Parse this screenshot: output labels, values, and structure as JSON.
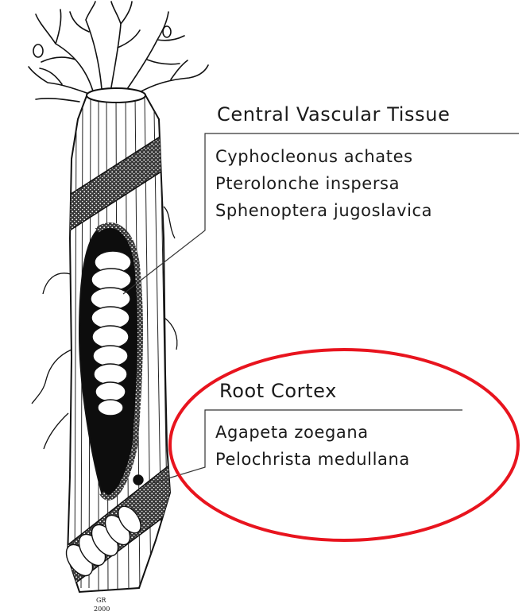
{
  "central_vascular_tissue": {
    "heading": "Central Vascular Tissue",
    "species": [
      "Cyphocleonus achates",
      "Pterolonche inspersa",
      "Sphenoptera jugoslavica"
    ]
  },
  "root_cortex": {
    "heading": "Root Cortex",
    "species": [
      "Agapeta zoegana",
      "Pelochrista medullana"
    ]
  },
  "signature": {
    "initials": "GR",
    "year": "2000"
  },
  "highlight": {
    "color": "#e8141e"
  }
}
